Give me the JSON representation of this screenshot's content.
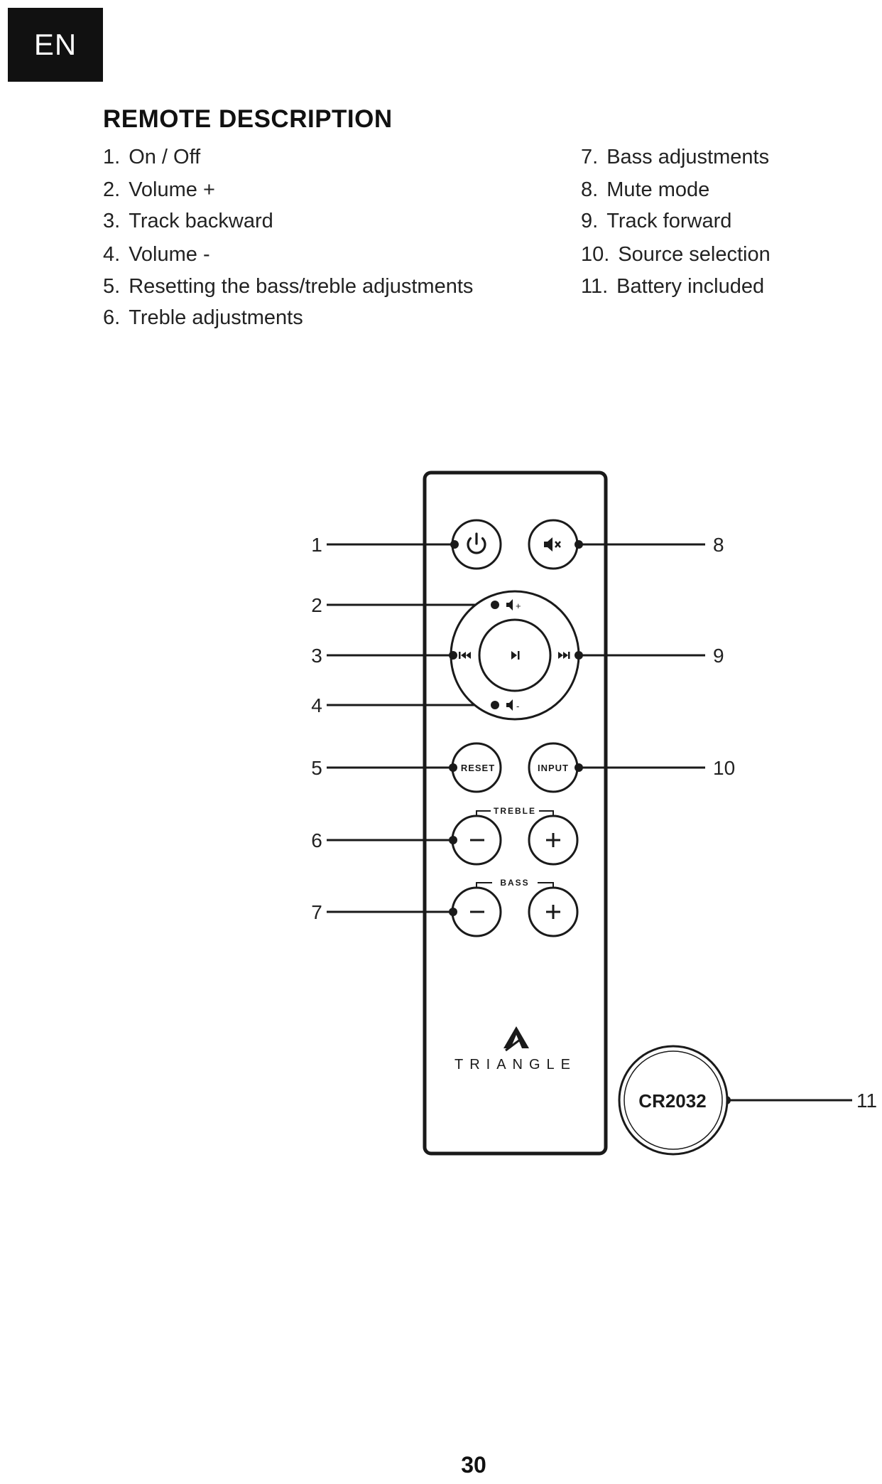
{
  "language_tab": "EN",
  "title": "REMOTE DESCRIPTION",
  "legend": {
    "left": [
      {
        "num": "1.",
        "label": "On / Off"
      },
      {
        "num": "2.",
        "label": "Volume +"
      },
      {
        "num": "3.",
        "label": "Track backward"
      },
      {
        "num": "4.",
        "label": "Volume -"
      },
      {
        "num": "5.",
        "label": "Resetting the bass/treble adjustments"
      },
      {
        "num": "6.",
        "label": "Treble adjustments"
      }
    ],
    "right": [
      {
        "num": "7.",
        "label": "Bass adjustments"
      },
      {
        "num": "8.",
        "label": "Mute mode"
      },
      {
        "num": "9.",
        "label": "Track forward"
      },
      {
        "num": "10.",
        "label": "Source selection"
      },
      {
        "num": "11.",
        "label": "Battery included"
      }
    ]
  },
  "remote": {
    "callouts_left": [
      "1",
      "2",
      "3",
      "4",
      "5",
      "6",
      "7"
    ],
    "callouts_right": [
      "8",
      "9",
      "10"
    ],
    "battery_callout": "11",
    "reset_label": "RESET",
    "input_label": "INPUT",
    "treble_label": "TREBLE",
    "bass_label": "BASS",
    "brand": "TRIANGLE",
    "battery_label": "CR2032",
    "icons": [
      "power-icon",
      "mute-icon",
      "volume-up-icon",
      "track-backward-icon",
      "play-pause-icon",
      "track-forward-icon",
      "volume-down-icon",
      "minus-icon",
      "plus-icon",
      "triangle-logo-icon"
    ]
  },
  "page_number": "30"
}
